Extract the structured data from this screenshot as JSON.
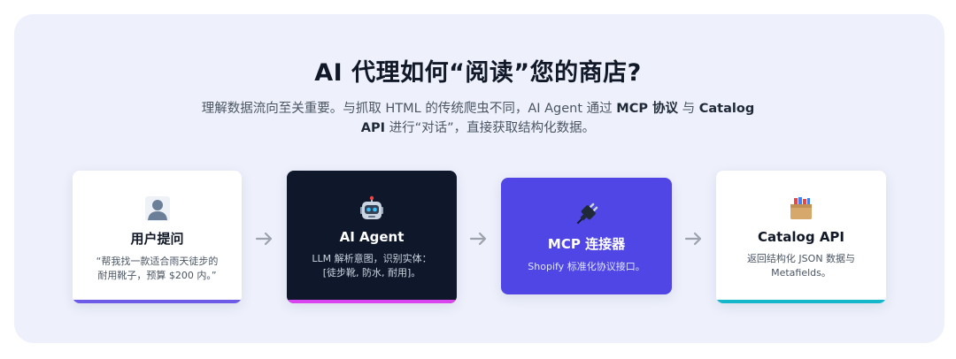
{
  "title": "AI 代理如何“阅读”您的商店?",
  "description": {
    "part1": "理解数据流向至关重要。与抓取 HTML 的传统爬虫不同，AI Agent 通过 ",
    "bold1": "MCP 协议",
    "part2": " 与 ",
    "bold2": "Catalog API",
    "part3": " 进行“对话”，直接获取结构化数据。"
  },
  "flow": [
    {
      "title": "用户提问",
      "text": "“帮我找一款适合雨天徒步的耐用靴子，预算 $200 内。”",
      "icon": "user-icon",
      "accent": "#6d5ce8"
    },
    {
      "title": "AI Agent",
      "text": "LLM 解析意图，识别实体：[徒步靴, 防水, 耐用]。",
      "icon": "robot-icon",
      "accent": "#d946ef"
    },
    {
      "title": "MCP 连接器",
      "text": "Shopify 标准化协议接口。",
      "icon": "plug-icon",
      "accent": "#4f46e5"
    },
    {
      "title": "Catalog API",
      "text": "返回结构化 JSON 数据与 Metafields。",
      "icon": "package-icon",
      "accent": "#14b8c8"
    }
  ]
}
